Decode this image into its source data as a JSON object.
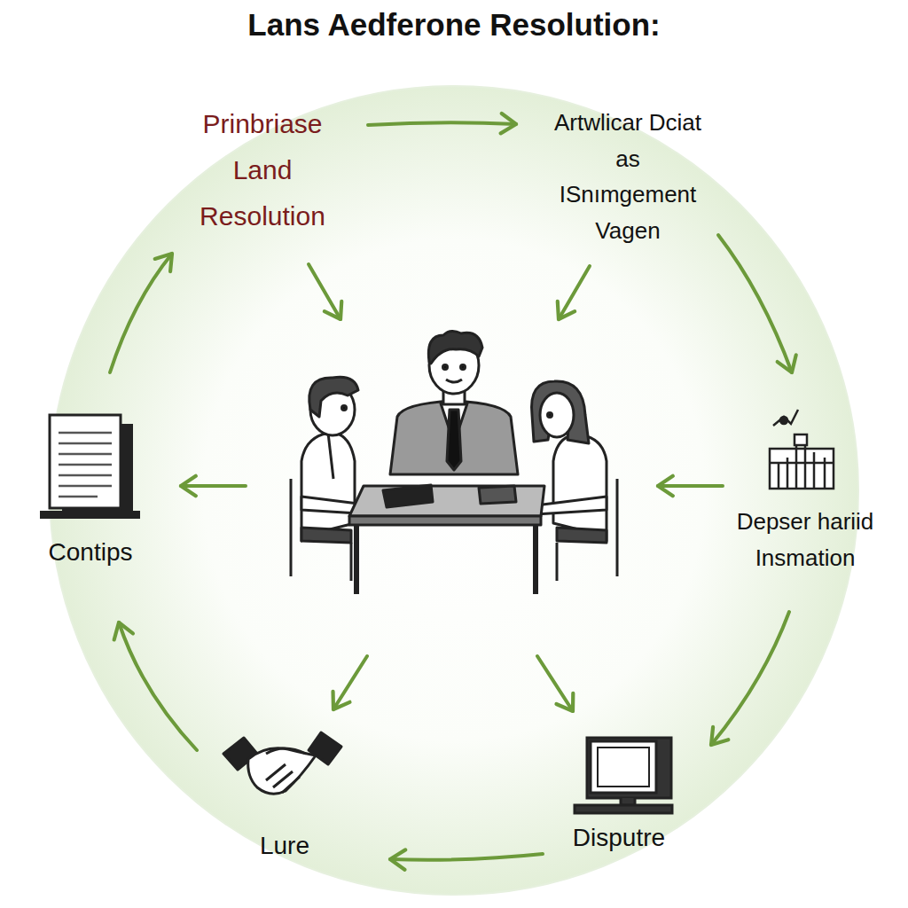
{
  "diagram": {
    "title": "Lans Aedferone Resolution:",
    "labels": [
      "Prinbriase Land Resolution",
      "Artwlicar Dciat as ISnımgement Vagen",
      "Depser hariid Insmation",
      "Contips",
      "Lure",
      "Disputre"
    ]
  }
}
